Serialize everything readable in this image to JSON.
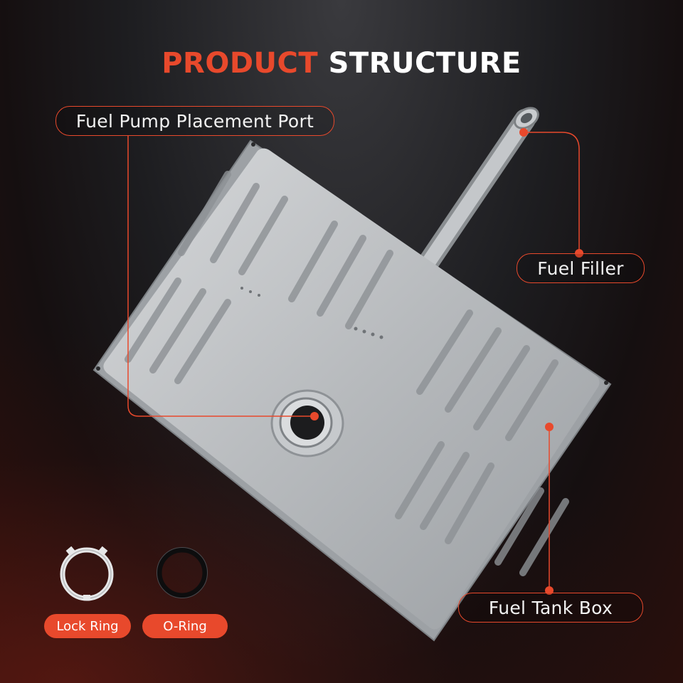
{
  "title": {
    "accent": "PRODUCT",
    "rest": "STRUCTURE"
  },
  "callouts": {
    "pump_port": "Fuel Pump Placement Port",
    "filler": "Fuel Filler",
    "tank_box": "Fuel Tank Box"
  },
  "accessories": {
    "lock_ring": "Lock Ring",
    "o_ring": "O-Ring"
  },
  "colors": {
    "accent": "#e8492c",
    "tank": "#b9bcbf",
    "background": "#1d1d20"
  },
  "icons": [
    "fuel-tank-image",
    "lock-ring-icon",
    "o-ring-icon"
  ]
}
